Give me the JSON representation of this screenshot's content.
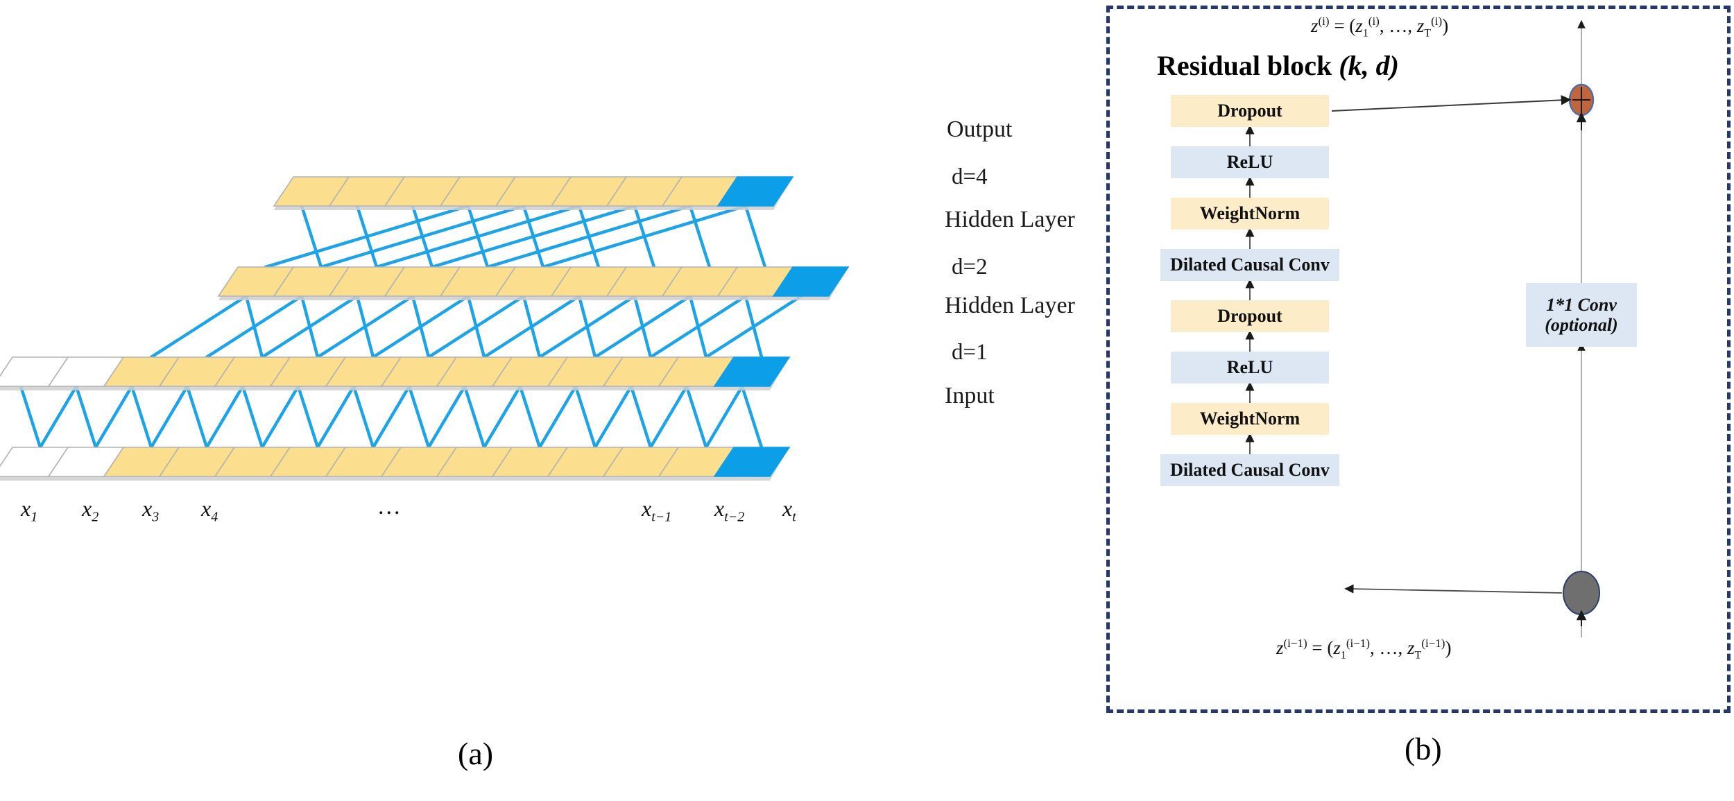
{
  "panel_a": {
    "caption": "(a)",
    "layer_labels": [
      "Output",
      "Hidden Layer",
      "Hidden Layer",
      "Input"
    ],
    "dilation_labels": [
      "d=4",
      "d=2",
      "d=1"
    ],
    "x_ticks": [
      "x_1",
      "x_2",
      "x_3",
      "x_4",
      "…",
      "x_{t-1}",
      "x_{t-2}",
      "x_t"
    ],
    "x_tick_base": [
      "x",
      "x",
      "x",
      "x",
      "…",
      "x",
      "x",
      "x"
    ],
    "x_tick_sub": [
      "1",
      "2",
      "3",
      "4",
      "",
      "t−1",
      "t−2",
      "t"
    ],
    "colors": {
      "cell_active": "#FBDF8F",
      "cell_inactive": "#FFFFFF",
      "cell_output": "#0C9FE8",
      "cell_border": "#B3B3B3",
      "connection": "#1CA3E8"
    },
    "layers": [
      {
        "name": "output",
        "cells_inactive": 0,
        "cells_active": 8,
        "cells_highlight": 1
      },
      {
        "name": "hidden2",
        "cells_inactive": 0,
        "cells_active": 10,
        "cells_highlight": 1
      },
      {
        "name": "hidden1",
        "cells_inactive": 2,
        "cells_active": 11,
        "cells_highlight": 1
      },
      {
        "name": "input",
        "cells_inactive": 2,
        "cells_active": 11,
        "cells_highlight": 1
      }
    ]
  },
  "panel_b": {
    "caption": "(b)",
    "title_main": "Residual block",
    "title_params": "(k, d)",
    "formula_top": {
      "lhs": "z",
      "lhs_sup": "(i)",
      "rhs_1": "z",
      "rhs_1_sub": "1",
      "rhs_1_sup": "(i)",
      "rhs_T": "z",
      "rhs_T_sub": "T",
      "rhs_T_sup": "(i)"
    },
    "formula_bottom": {
      "lhs": "z",
      "lhs_sup": "(i−1)",
      "rhs_1": "z",
      "rhs_1_sub": "1",
      "rhs_1_sup": "(i−1)",
      "rhs_T": "z",
      "rhs_T_sub": "T",
      "rhs_T_sup": "(i−1)"
    },
    "stack": [
      {
        "label": "Dropout",
        "color": "yellow"
      },
      {
        "label": "ReLU",
        "color": "blue"
      },
      {
        "label": "WeightNorm",
        "color": "yellow"
      },
      {
        "label": "Dilated Causal Conv",
        "color": "blue"
      },
      {
        "label": "Dropout",
        "color": "yellow"
      },
      {
        "label": "ReLU",
        "color": "blue"
      },
      {
        "label": "WeightNorm",
        "color": "yellow"
      },
      {
        "label": "Dilated Causal Conv",
        "color": "blue"
      }
    ],
    "side_box_line1": "1*1 Conv",
    "side_box_line2": "(optional)",
    "adder_symbol": "⊕",
    "colors": {
      "border": "#24386e",
      "box_yellow": "#fcecc8",
      "box_blue": "#dce7f3",
      "adder_fill": "#c1663a",
      "adder_ring": "#4a6ca8",
      "node_fill": "#6f6f6f",
      "arrow": "#1a1a1a"
    }
  }
}
